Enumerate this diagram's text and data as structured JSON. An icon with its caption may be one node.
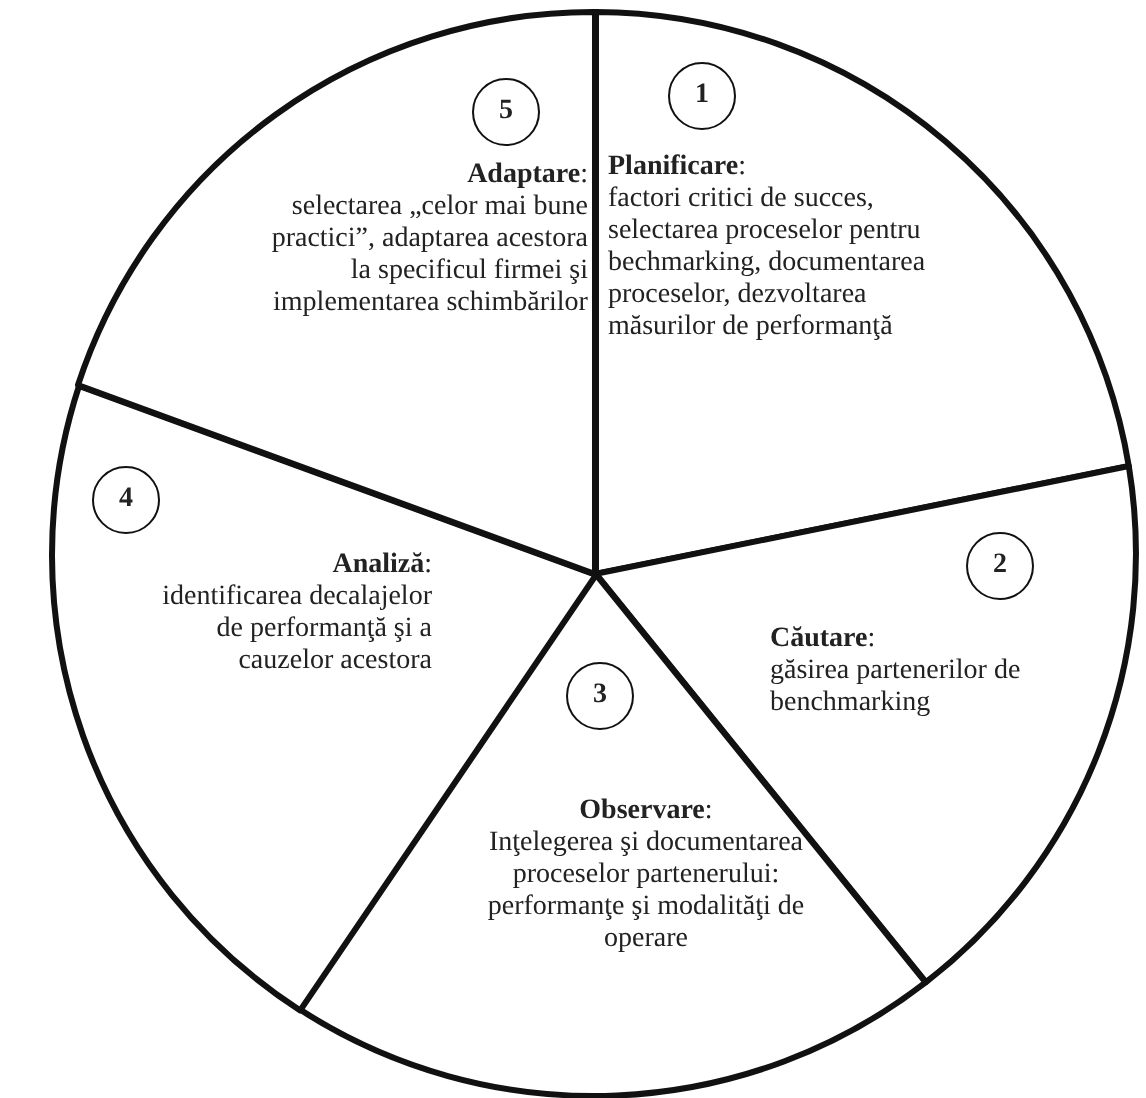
{
  "diagram": {
    "nodes": [
      {
        "text": [
          "**Planificare**:",
          "factori critici de succes, selectarea proceselor pentru bechmarking, documentarea proceselor, dezvoltarea măsurilor de performanţă"
        ]
      },
      {
        "text": [
          "1"
        ],
        "in": 0
      },
      {
        "text": [
          "**Căutare**:",
          "găsirea partenerilor de benchmarking"
        ]
      },
      {
        "text": [
          "2"
        ],
        "in": 2
      },
      {
        "text": [
          "**Observare**:",
          "Inţelegerea şi documentarea proceselor partenerului: performanţe şi modalităţi de operare"
        ]
      },
      {
        "text": [
          "3"
        ],
        "in": 4
      },
      {
        "text": [
          "**Analiză**:",
          "identificarea decalajelor de performanţă şi a cauzelor acestora"
        ]
      },
      {
        "text": [
          "4"
        ],
        "in": 6
      },
      {
        "text": [
          "**Adaptare**:",
          "selectarea „celor mai bune practici”, adaptarea acestora la specificul firmei şi implementarea schimbărilor"
        ]
      },
      {
        "text": [
          "5"
        ],
        "in": 8
      }
    ]
  }
}
